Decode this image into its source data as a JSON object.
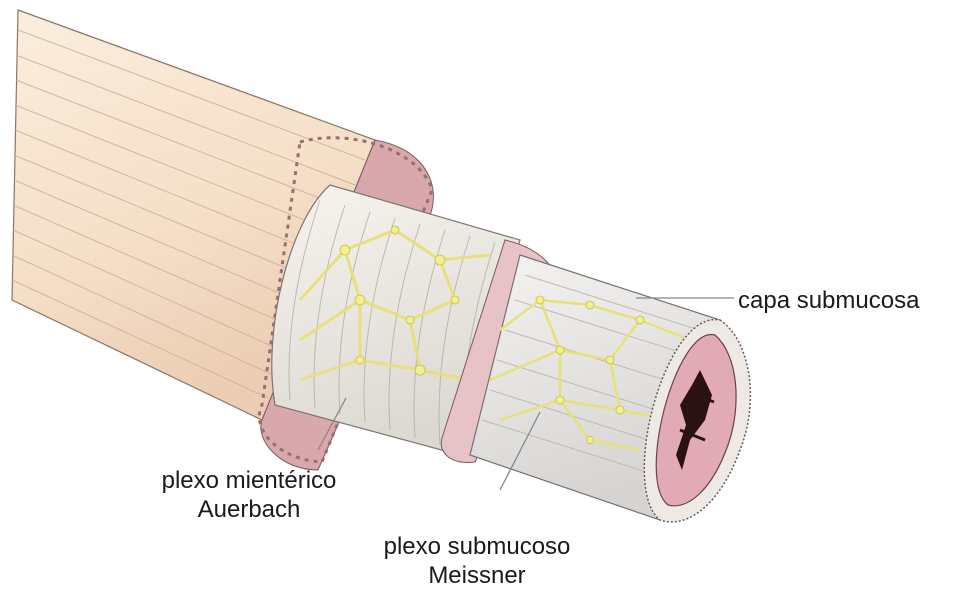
{
  "labels": {
    "capa_submucosa": "capa submucosa",
    "plexo_mienterico": {
      "line1": "plexo mientérico",
      "line2": "Auerbach"
    },
    "plexo_submucoso": {
      "line1": "plexo submucoso",
      "line2": "Meissner"
    }
  },
  "colors": {
    "serosa": "#f7e3cf",
    "muscle_longitudinal": "#f3ece2",
    "muscle_circular": "#ece9e6",
    "mucosa_pink": "#e3b8c0",
    "nerve_plexus": "#f3f08c",
    "lumen": "#2b1212",
    "leader_line": "#888888"
  }
}
